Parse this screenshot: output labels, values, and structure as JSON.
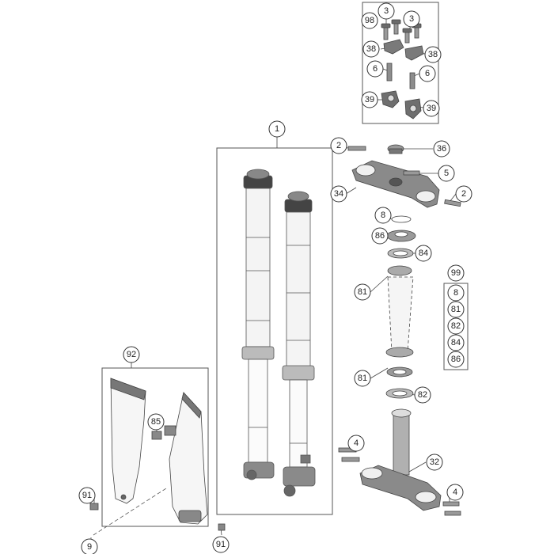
{
  "diagram": {
    "callouts": [
      {
        "id": "c98",
        "label": "98"
      },
      {
        "id": "c3a",
        "label": "3"
      },
      {
        "id": "c3b",
        "label": "3"
      },
      {
        "id": "c38a",
        "label": "38"
      },
      {
        "id": "c38b",
        "label": "38"
      },
      {
        "id": "c6a",
        "label": "6"
      },
      {
        "id": "c6b",
        "label": "6"
      },
      {
        "id": "c39a",
        "label": "39"
      },
      {
        "id": "c39b",
        "label": "39"
      },
      {
        "id": "c1",
        "label": "1"
      },
      {
        "id": "c2a",
        "label": "2"
      },
      {
        "id": "c36",
        "label": "36"
      },
      {
        "id": "c5",
        "label": "5"
      },
      {
        "id": "c34",
        "label": "34"
      },
      {
        "id": "c2b",
        "label": "2"
      },
      {
        "id": "c8a",
        "label": "8"
      },
      {
        "id": "c86a",
        "label": "86"
      },
      {
        "id": "c84a",
        "label": "84"
      },
      {
        "id": "c81a",
        "label": "81"
      },
      {
        "id": "c81b",
        "label": "81"
      },
      {
        "id": "c82a",
        "label": "82"
      },
      {
        "id": "c4a",
        "label": "4"
      },
      {
        "id": "c32",
        "label": "32"
      },
      {
        "id": "c4b",
        "label": "4"
      },
      {
        "id": "c92",
        "label": "92"
      },
      {
        "id": "c85",
        "label": "85"
      },
      {
        "id": "c91a",
        "label": "91"
      },
      {
        "id": "c91b",
        "label": "91"
      },
      {
        "id": "c9",
        "label": "9"
      }
    ],
    "kit_99": {
      "label": "99",
      "items": [
        "8",
        "81",
        "82",
        "84",
        "86"
      ]
    }
  }
}
